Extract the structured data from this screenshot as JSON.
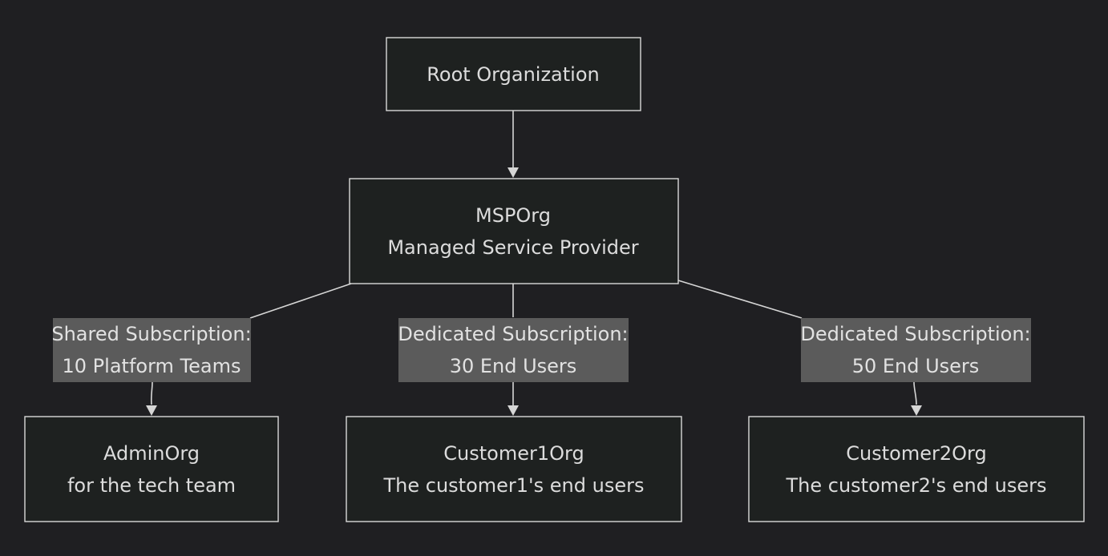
{
  "diagram": {
    "nodes": {
      "root": {
        "line1": "Root Organization"
      },
      "msp": {
        "line1": "MSPOrg",
        "line2": "Managed Service Provider"
      },
      "admin": {
        "line1": "AdminOrg",
        "line2": "for the tech team"
      },
      "customer1": {
        "line1": "Customer1Org",
        "line2": "The customer1's end users"
      },
      "customer2": {
        "line1": "Customer2Org",
        "line2": "The customer2's end users"
      }
    },
    "edges": {
      "msp_admin": {
        "line1": "Shared Subscription:",
        "line2": "10 Platform Teams"
      },
      "msp_customer1": {
        "line1": "Dedicated Subscription:",
        "line2": "30 End Users"
      },
      "msp_customer2": {
        "line1": "Dedicated Subscription:",
        "line2": "50 End Users"
      }
    },
    "colors": {
      "background": "#1f1f22",
      "node_fill": "#1e2120",
      "node_border": "#d9d9d9",
      "label_fill": "#5b5b5b",
      "text": "#dcdcdc"
    }
  }
}
